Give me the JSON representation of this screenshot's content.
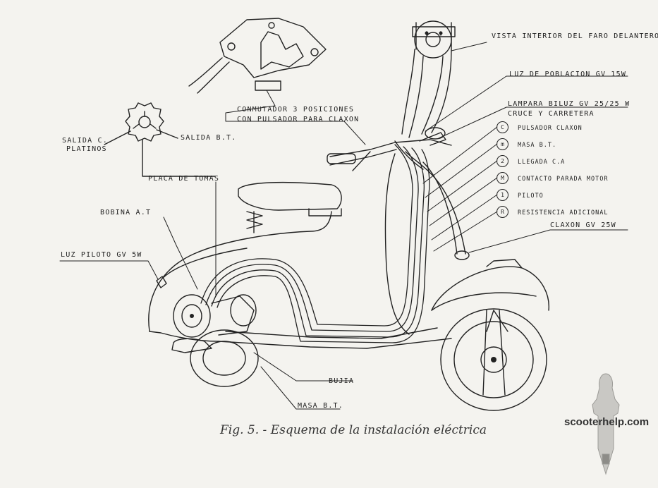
{
  "labels": {
    "vista_interior": "VISTA INTERIOR DEL FARO DELANTERO",
    "luz_poblacion": "LUZ DE POBLACION GV 15W",
    "lampara_biluz": "LAMPARA BILUZ GV 25/25 W",
    "cruce_carretera": "CRUCE Y CARRETERA",
    "conmutador_1": "CONMUTADOR 3 POSICIONES",
    "conmutador_2": "CON PULSADOR PARA CLAXON",
    "salida_c": "SALIDA C.",
    "platinos": "PLATINOS",
    "salida_bt": "SALIDA B.T.",
    "placa_tomas": "PLACA DE TOMAS",
    "bobina_at": "BOBINA A.T",
    "luz_piloto": "LUZ PILOTO GV 5W",
    "claxon": "CLAXON GV 25W",
    "bujia": "BUJIA",
    "masa_bt": "MASA B.T."
  },
  "legend": [
    {
      "key": "C",
      "text": "PULSADOR CLAXON"
    },
    {
      "key": "m",
      "text": "MASA B.T."
    },
    {
      "key": "2",
      "text": "LLEGADA C.A"
    },
    {
      "key": "M",
      "text": "CONTACTO PARADA MOTOR"
    },
    {
      "key": "1",
      "text": "PILOTO"
    },
    {
      "key": "R",
      "text": "RESISTENCIA ADICIONAL"
    }
  ],
  "caption": "Fig. 5. - Esquema de la instalación eléctrica",
  "watermark": "scooterhelp.com",
  "colors": {
    "ink": "#222222",
    "paper": "#f4f3ef"
  }
}
